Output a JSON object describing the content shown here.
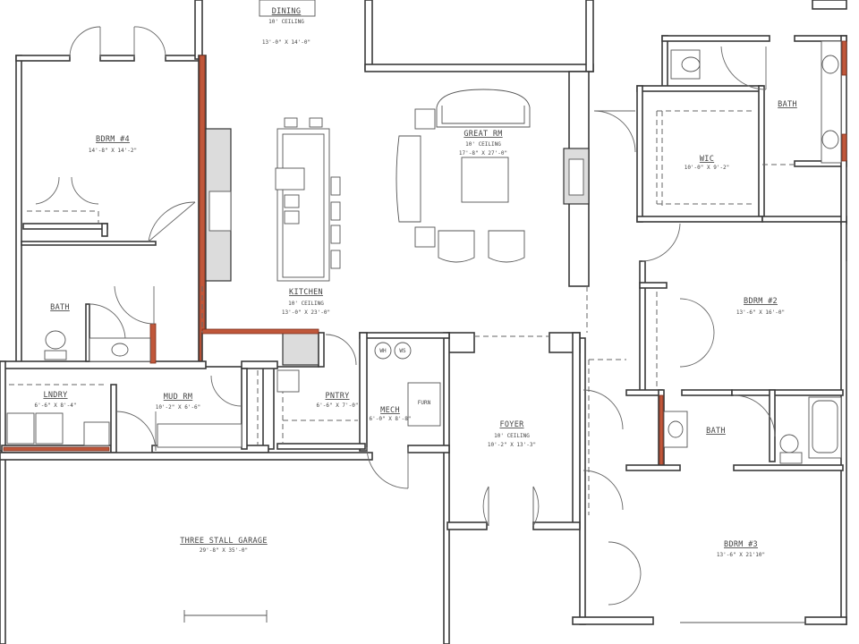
{
  "rooms": [
    {
      "id": "dining",
      "name": "DINING",
      "lines": [
        "10' CEILING",
        "13'-0\" X 14'-0\""
      ]
    },
    {
      "id": "bdrm4",
      "name": "BDRM #4",
      "lines": [
        "14'-8\" X 14'-2\""
      ]
    },
    {
      "id": "great",
      "name": "GREAT RM",
      "lines": [
        "10' CEILING",
        "17'-8\" X 27'-0\""
      ]
    },
    {
      "id": "kitchen",
      "name": "KITCHEN",
      "lines": [
        "10' CEILING",
        "13'-0\" X 23'-0\""
      ]
    },
    {
      "id": "bath-master",
      "name": "BATH",
      "lines": []
    },
    {
      "id": "wic",
      "name": "WIC",
      "lines": [
        "10'-0\" X 9'-2\""
      ]
    },
    {
      "id": "bath1",
      "name": "BATH",
      "lines": []
    },
    {
      "id": "bdrm2",
      "name": "BDRM #2",
      "lines": [
        "13'-6\" X 16'-0\""
      ]
    },
    {
      "id": "lndry",
      "name": "LNDRY",
      "lines": [
        "6'-6\" X 8'-4\""
      ]
    },
    {
      "id": "mudrm",
      "name": "MUD RM",
      "lines": [
        "10'-2\" X 6'-6\""
      ]
    },
    {
      "id": "pntry",
      "name": "PNTRY",
      "lines": [
        "6'-6\" X 7'-0\""
      ]
    },
    {
      "id": "mech",
      "name": "MECH",
      "lines": [
        "6'-0\" X 8'-8\""
      ]
    },
    {
      "id": "foyer",
      "name": "FOYER",
      "lines": [
        "10' CEILING",
        "10'-2\" X 13'-3\""
      ]
    },
    {
      "id": "bath2",
      "name": "BATH",
      "lines": []
    },
    {
      "id": "garage",
      "name": "THREE STALL GARAGE",
      "lines": [
        "29'-8\" X 35'-0\""
      ]
    },
    {
      "id": "bdrm3",
      "name": "BDRM #3",
      "lines": [
        "13'-6\" X 21'10\""
      ]
    }
  ],
  "fixtures": {
    "wh_label": "WH",
    "ws_label": "WS",
    "furn_label": "FURN"
  }
}
